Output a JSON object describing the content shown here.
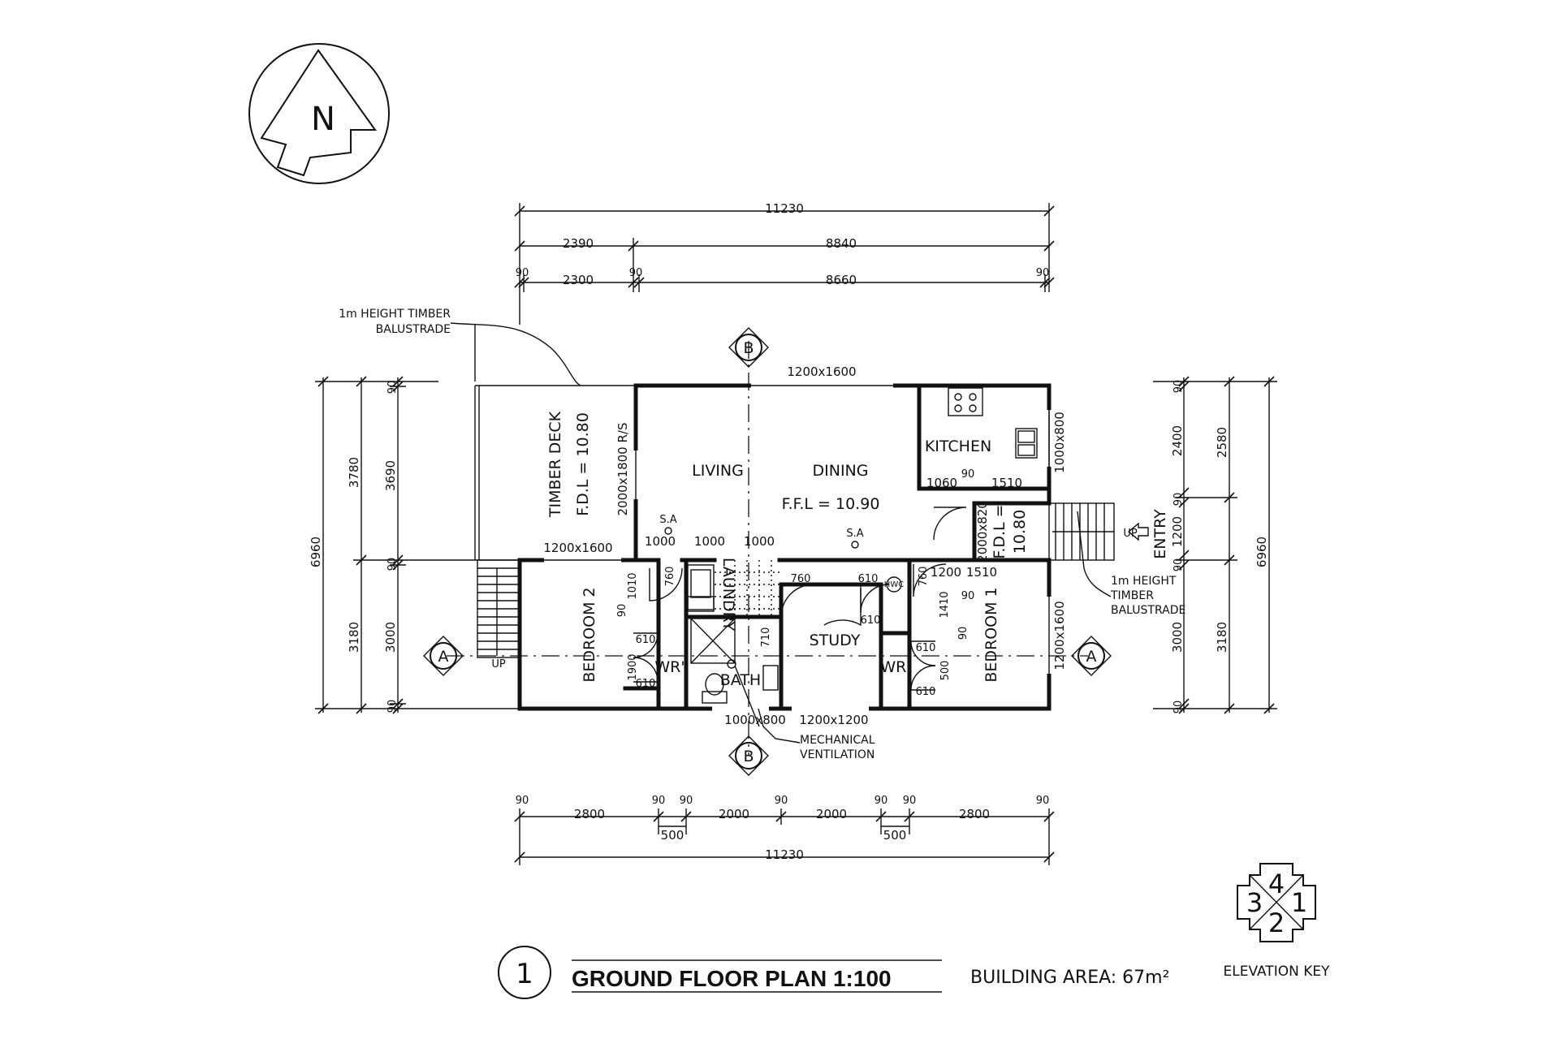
{
  "north_arrow": {
    "label": "N"
  },
  "dimensions": {
    "top_overall": "11230",
    "top_mid_left": "2390",
    "top_mid_right": "8840",
    "top_wall_90_a": "90",
    "top_inner_left": "2300",
    "top_wall_90_b": "90",
    "top_inner_right": "8660",
    "top_wall_90_c": "90",
    "left_overall": "6960",
    "left_upper": "3780",
    "left_upper_inner": "3690",
    "left_lower": "3180",
    "left_lower_inner": "3000",
    "left_90_a": "90",
    "left_90_b": "90",
    "left_90_c": "90",
    "right_overall": "6960",
    "right_upper": "2580",
    "right_upper_inner": "2400",
    "right_mid": "1200",
    "right_lower": "3180",
    "right_lower_inner": "3000",
    "right_90_a": "90",
    "right_90_b": "90",
    "right_90_c": "90",
    "right_90_d": "90",
    "bottom_90_a": "90",
    "bottom_2800_a": "2800",
    "bottom_90_b": "90",
    "bottom_90_c": "90",
    "bottom_2000_a": "2000",
    "bottom_90_d": "90",
    "bottom_2000_b": "2000",
    "bottom_90_e": "90",
    "bottom_90_f": "90",
    "bottom_2800_b": "2800",
    "bottom_90_g": "90",
    "bottom_500_a": "500",
    "bottom_500_b": "500",
    "bottom_overall": "11230"
  },
  "rooms": {
    "living": "LIVING",
    "dining": "DINING",
    "ffl": "F.F.L = 10.90",
    "kitchen": "KITCHEN",
    "timber_deck": "TIMBER DECK",
    "deck_fdl": "F.D.L = 10.80",
    "bedroom_2": "BEDROOM 2",
    "bedroom_1": "BEDROOM 1",
    "study": "STUDY",
    "laundry": "LAUNDRY",
    "bath": "BATH",
    "wr_left": "WR'",
    "wr_right": "WR'",
    "entry": "ENTRY",
    "entry_fdl": "F.D.L =",
    "entry_fdl_value": "10.80"
  },
  "annotations": {
    "balustrade_left_1": "1m HEIGHT TIMBER",
    "balustrade_left_2": "BALUSTRADE",
    "balustrade_right_1": "1m HEIGHT",
    "balustrade_right_2": "TIMBER",
    "balustrade_right_3": "BALUSTRADE",
    "mech_vent_1": "MECHANICAL",
    "mech_vent_2": "VENTILATION",
    "sa_1": "S.A",
    "sa_2": "S.A",
    "up_left": "UP",
    "up_right": "UP",
    "hwc": "HWC",
    "rs": "R/S"
  },
  "openings": {
    "win_top": "1200x1600",
    "win_deck": "2000x1800 R/S",
    "win_kitchen": "1000x800",
    "win_bed2": "1200x1600",
    "win_bed1": "1200x1600",
    "win_bath": "1000x800",
    "win_study": "1200x1200",
    "door_entry": "2000x820",
    "d_1000_a": "1000",
    "d_1000_b": "1000",
    "d_1000_c": "1000",
    "d_1060": "1060",
    "d_1510_a": "1510",
    "d_1510_b": "1510",
    "d_1200": "1200",
    "d_90_k": "90",
    "d_90_b": "90",
    "d_90_s": "90",
    "d_90_w": "90",
    "d_1010": "1010",
    "d_1900": "1900",
    "d_1410": "1410",
    "d_760_a": "760",
    "d_760_b": "760",
    "d_760_c": "760",
    "d_610_a": "610",
    "d_610_b": "610",
    "d_610_c": "610",
    "d_610_d": "610",
    "d_610_e": "610",
    "d_610_f": "610",
    "d_710": "710",
    "d_500": "500"
  },
  "section_markers": {
    "b_top": "B",
    "b_bottom": "B",
    "a_left": "A",
    "a_right": "A"
  },
  "title_block": {
    "number": "1",
    "title": "GROUND FLOOR PLAN  1:100",
    "building_area": "BUILDING AREA: 67m²"
  },
  "elevation_key": {
    "n4": "4",
    "n3": "3",
    "n1": "1",
    "n2": "2",
    "label": "ELEVATION KEY"
  }
}
